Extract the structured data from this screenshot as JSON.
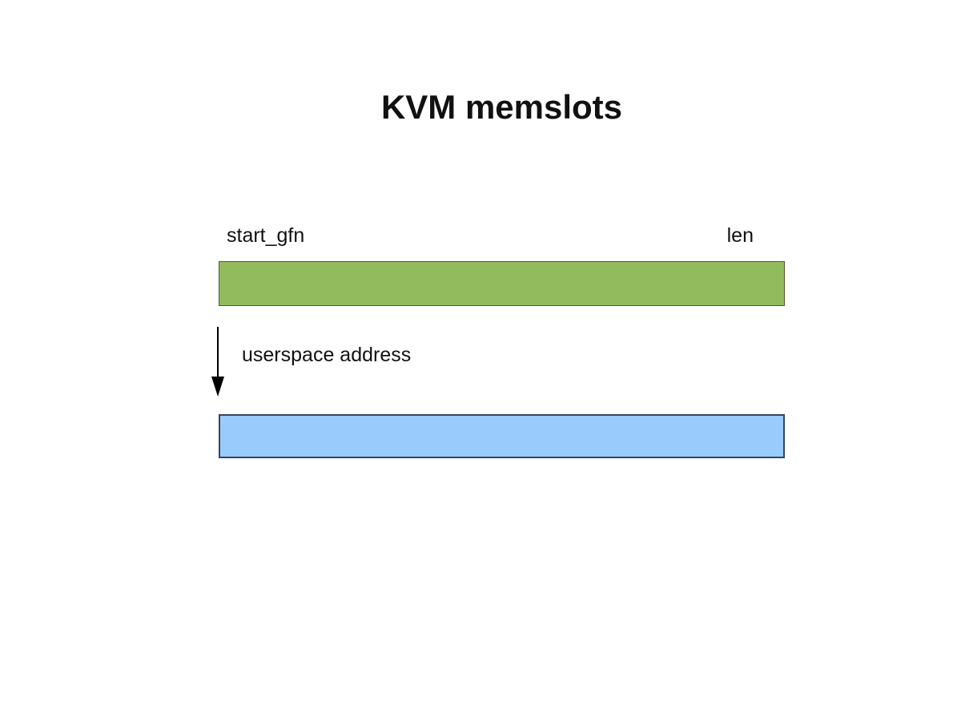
{
  "diagram": {
    "title": "KVM memslots",
    "labels": {
      "start_gfn": "start_gfn",
      "len": "len",
      "userspace_address": "userspace address"
    },
    "icons": {
      "down_arrow": "down-arrow"
    }
  },
  "colors": {
    "background": "#ffffff",
    "text": "#111111",
    "guest_slot_fill": "#92BC5C",
    "guest_slot_border": "#4C5A33",
    "userspace_slot_fill": "#99CBFC",
    "userspace_slot_border": "#36455C",
    "arrow": "#000000"
  }
}
